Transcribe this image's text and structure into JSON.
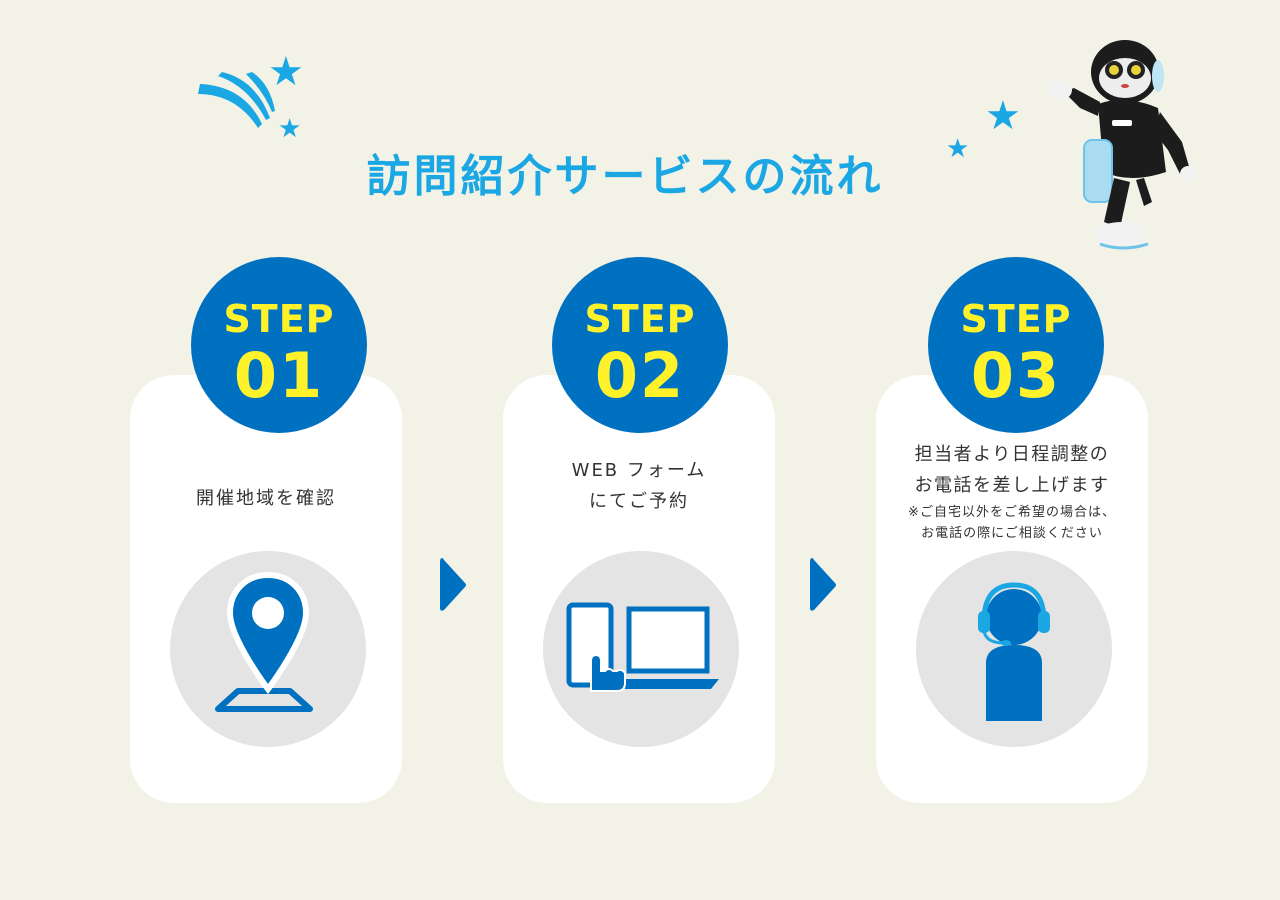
{
  "title": "訪問紹介サービスの流れ",
  "steps": [
    {
      "step_label": "STEP",
      "number": "01",
      "lines": [
        "開催地域を確認"
      ],
      "icon": "map-pin-icon"
    },
    {
      "step_label": "STEP",
      "number": "02",
      "lines": [
        "WEB フォーム",
        "にてご予約"
      ],
      "icon": "devices-icon"
    },
    {
      "step_label": "STEP",
      "number": "03",
      "lines": [
        "担当者より日程調整の",
        "お電話を差し上げます"
      ],
      "note_lines": [
        "※ご自宅以外をご希望の場合は、",
        "お電話の際にご相談ください"
      ],
      "icon": "operator-headset-icon"
    }
  ],
  "colors": {
    "background": "#f3f2e7",
    "title": "#1aa7e3",
    "badge": "#0071c1",
    "badge_text": "#fff22a",
    "icon": "#0071c1",
    "icon_light": "#1aa7e3",
    "circle": "#e4e4e4"
  },
  "decorations": [
    "star-icon",
    "streak-icon",
    "robot-image"
  ]
}
